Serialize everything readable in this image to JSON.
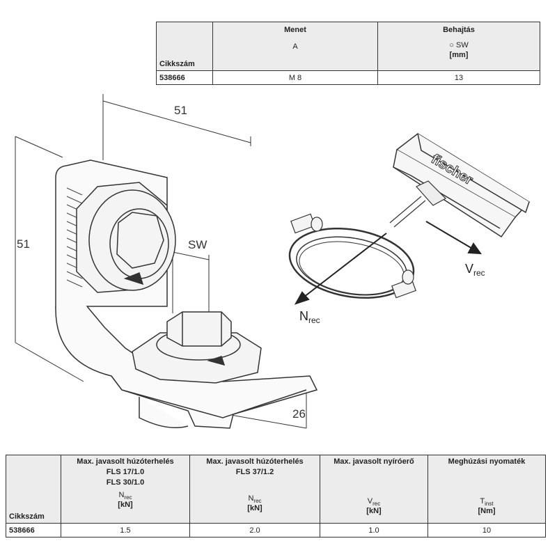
{
  "top_table": {
    "col_code_label": "Cikkszám",
    "col_thread_label": "Menet",
    "col_thread_sym": "A",
    "col_drive_label": "Behajtás",
    "col_drive_sym": "SW",
    "col_drive_unit": "[mm]",
    "row": {
      "code": "538666",
      "thread": "M 8",
      "drive": "13"
    }
  },
  "drawing": {
    "dim_width": "51",
    "dim_height": "51",
    "dim_sw": "SW",
    "dim_depth": "26"
  },
  "iso": {
    "brand": "fischer",
    "n_label": "N",
    "n_sub": "rec",
    "v_label": "V",
    "v_sub": "rec"
  },
  "bottom_table": {
    "code_label": "Cikkszám",
    "h1_title": "Max. javasolt húzóterhelés",
    "h1_line2": "FLS 17/1.0",
    "h1_line3": "FLS 30/1.0",
    "h1_sym": "N",
    "h1_sub": "rec",
    "h1_unit": "[kN]",
    "h2_title": "Max. javasolt húzóterhelés",
    "h2_line2": "FLS 37/1.2",
    "h2_sym": "N",
    "h2_sub": "rec",
    "h2_unit": "[kN]",
    "h3_title": "Max. javasolt nyíróerő",
    "h3_sym": "V",
    "h3_sub": "rec",
    "h3_unit": "[kN]",
    "h4_title": "Meghúzási nyomaték",
    "h4_sym": "T",
    "h4_sub": "inst",
    "h4_unit": "[Nm]",
    "row": {
      "code": "538666",
      "v1": "1.5",
      "v2": "2.0",
      "v3": "1.0",
      "v4": "10"
    }
  }
}
